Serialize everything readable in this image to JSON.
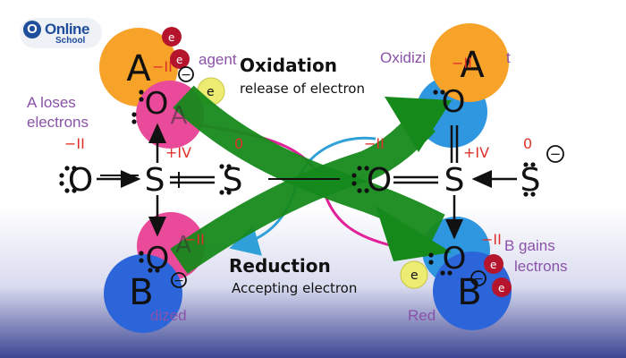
{
  "logo": {
    "mark": "O",
    "name": "Online",
    "sub": "School"
  },
  "oxidation": {
    "title": "Oxidation",
    "subtitle": "release of electron"
  },
  "reduction": {
    "title": "Reduction",
    "subtitle": "Accepting electron"
  },
  "left": {
    "top_letter": "A",
    "bottom_letter": "B",
    "agent_label": "agent",
    "loses_label_1": "A loses",
    "loses_label_2": "electrons",
    "oxidized_label": "dized",
    "o_top": "O",
    "o_bottom": "O",
    "o_side": "O",
    "s_center": "S",
    "s_right": "S",
    "a_overlay_top": "A",
    "a_overlay_bottom": "A",
    "ox_o_top": "−II",
    "ox_o_side": "−II",
    "ox_s_center": "+IV",
    "ox_s_right": "0",
    "ox_o_bottom": "−II"
  },
  "right": {
    "top_letter": "A",
    "bottom_letter": "B",
    "agent_label": "Oxidizi",
    "agent_label_end": "t",
    "gains_label_1": "B gains",
    "gains_label_2": "lectrons",
    "reduced_label": "Red",
    "o_top": "O",
    "o_bottom": "O",
    "o_side": "O",
    "s_center": "S",
    "s_right": "S",
    "ox_o_top": "−II",
    "ox_o_side": "−II",
    "ox_s_center": "+IV",
    "ox_s_right": "0",
    "ox_o_bottom": "−II"
  },
  "electron": {
    "label": "e",
    "charge": "−"
  },
  "minus_sign": "−"
}
